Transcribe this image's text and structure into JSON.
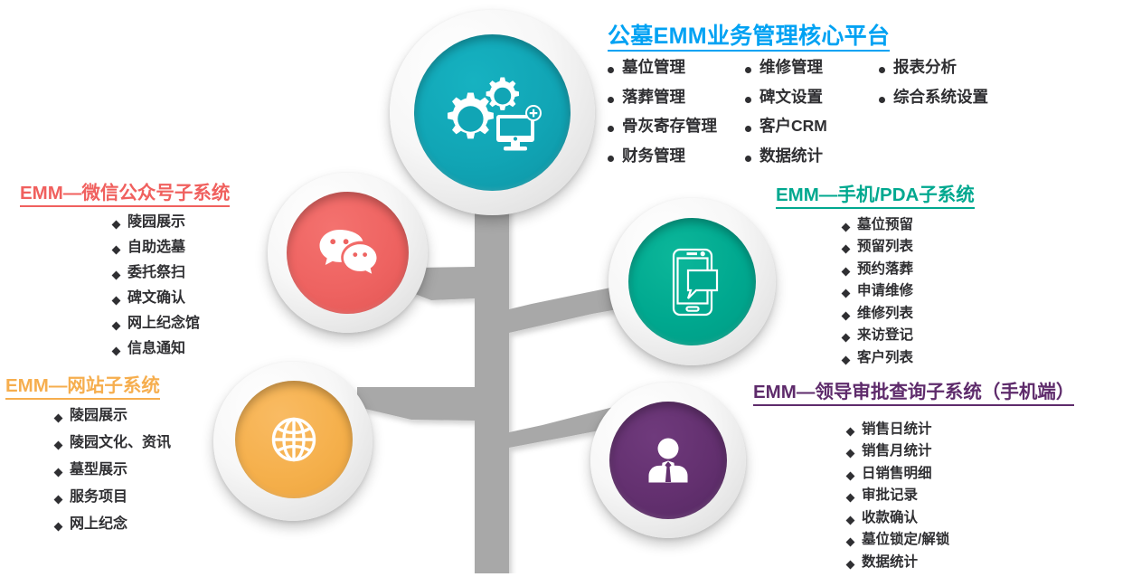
{
  "diagram": {
    "type": "tree-infographic",
    "trunk_color": "#A8A8A8",
    "background": "#ffffff"
  },
  "core": {
    "title": "公墓EMM业务管理核心平台",
    "title_color": "#00A2F3",
    "icon": "gears-monitor-icon",
    "icon_color": "#11A5B5",
    "columns": [
      [
        "墓位管理",
        "落葬管理",
        "骨灰寄存管理",
        "财务管理"
      ],
      [
        "维修管理",
        "碑文设置",
        "客户CRM",
        "数据统计"
      ],
      [
        "报表分析",
        "综合系统设置"
      ]
    ]
  },
  "wechat": {
    "title": "EMM—微信公众号子系统",
    "title_color": "#F0605E",
    "icon": "wechat-icon",
    "icon_color": "#EE6361",
    "items": [
      "陵园展示",
      "自助选墓",
      "委托祭扫",
      "碑文确认",
      "网上纪念馆",
      "信息通知"
    ]
  },
  "website": {
    "title": "EMM—网站子系统",
    "title_color": "#F6AE4E",
    "icon": "globe-icon",
    "icon_color": "#F5B04C",
    "items": [
      "陵园展示",
      "陵园文化、资讯",
      "墓型展示",
      "服务项目",
      "网上纪念"
    ]
  },
  "mobile": {
    "title": "EMM—手机/PDA子系统",
    "title_color": "#00A88F",
    "icon": "smartphone-message-icon",
    "icon_color": "#00A88F",
    "items": [
      "墓位预留",
      "预留列表",
      "预约落葬",
      "申请维修",
      "维修列表",
      "来访登记",
      "客户列表"
    ]
  },
  "leader": {
    "title": "EMM—领导审批查询子系统（手机端）",
    "title_color": "#5E2B6B",
    "icon": "businessperson-icon",
    "icon_color": "#63306F",
    "items": [
      "销售日统计",
      "销售月统计",
      "日销售明细",
      "审批记录",
      "收款确认",
      "墓位锁定/解锁",
      "数据统计"
    ]
  }
}
